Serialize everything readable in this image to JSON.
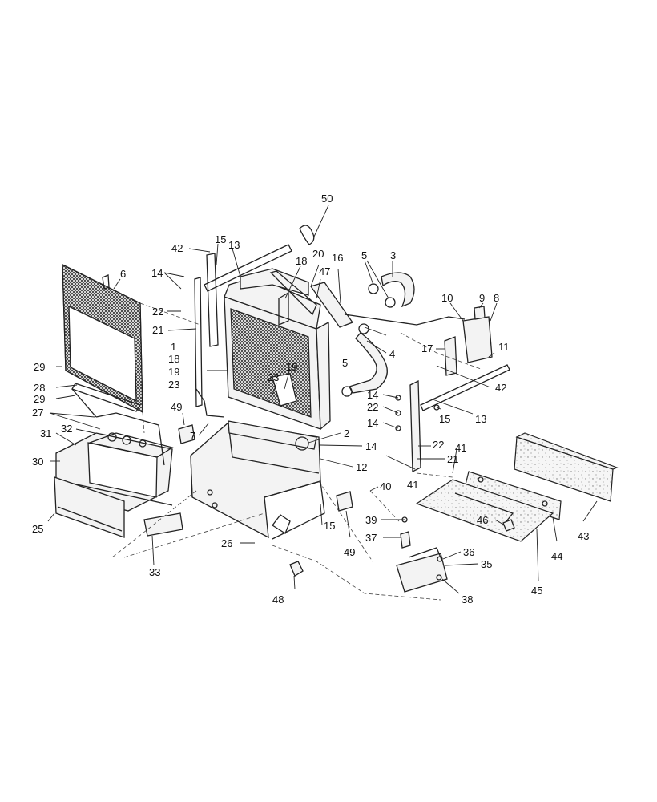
{
  "callouts": [
    "50",
    "42",
    "15",
    "13",
    "18",
    "20",
    "16",
    "5",
    "3",
    "14",
    "47",
    "6",
    "10",
    "9",
    "8",
    "22",
    "21",
    "17",
    "11",
    "1",
    "18",
    "19",
    "23",
    "4",
    "29",
    "23",
    "19",
    "28",
    "5",
    "14",
    "42",
    "29",
    "22",
    "27",
    "49",
    "14",
    "13",
    "32",
    "2",
    "15",
    "31",
    "7",
    "14",
    "22",
    "41",
    "30",
    "12",
    "21",
    "41",
    "40",
    "46",
    "39",
    "15",
    "49",
    "43",
    "25",
    "26",
    "37",
    "44",
    "36",
    "33",
    "35",
    "38",
    "48",
    "45"
  ]
}
